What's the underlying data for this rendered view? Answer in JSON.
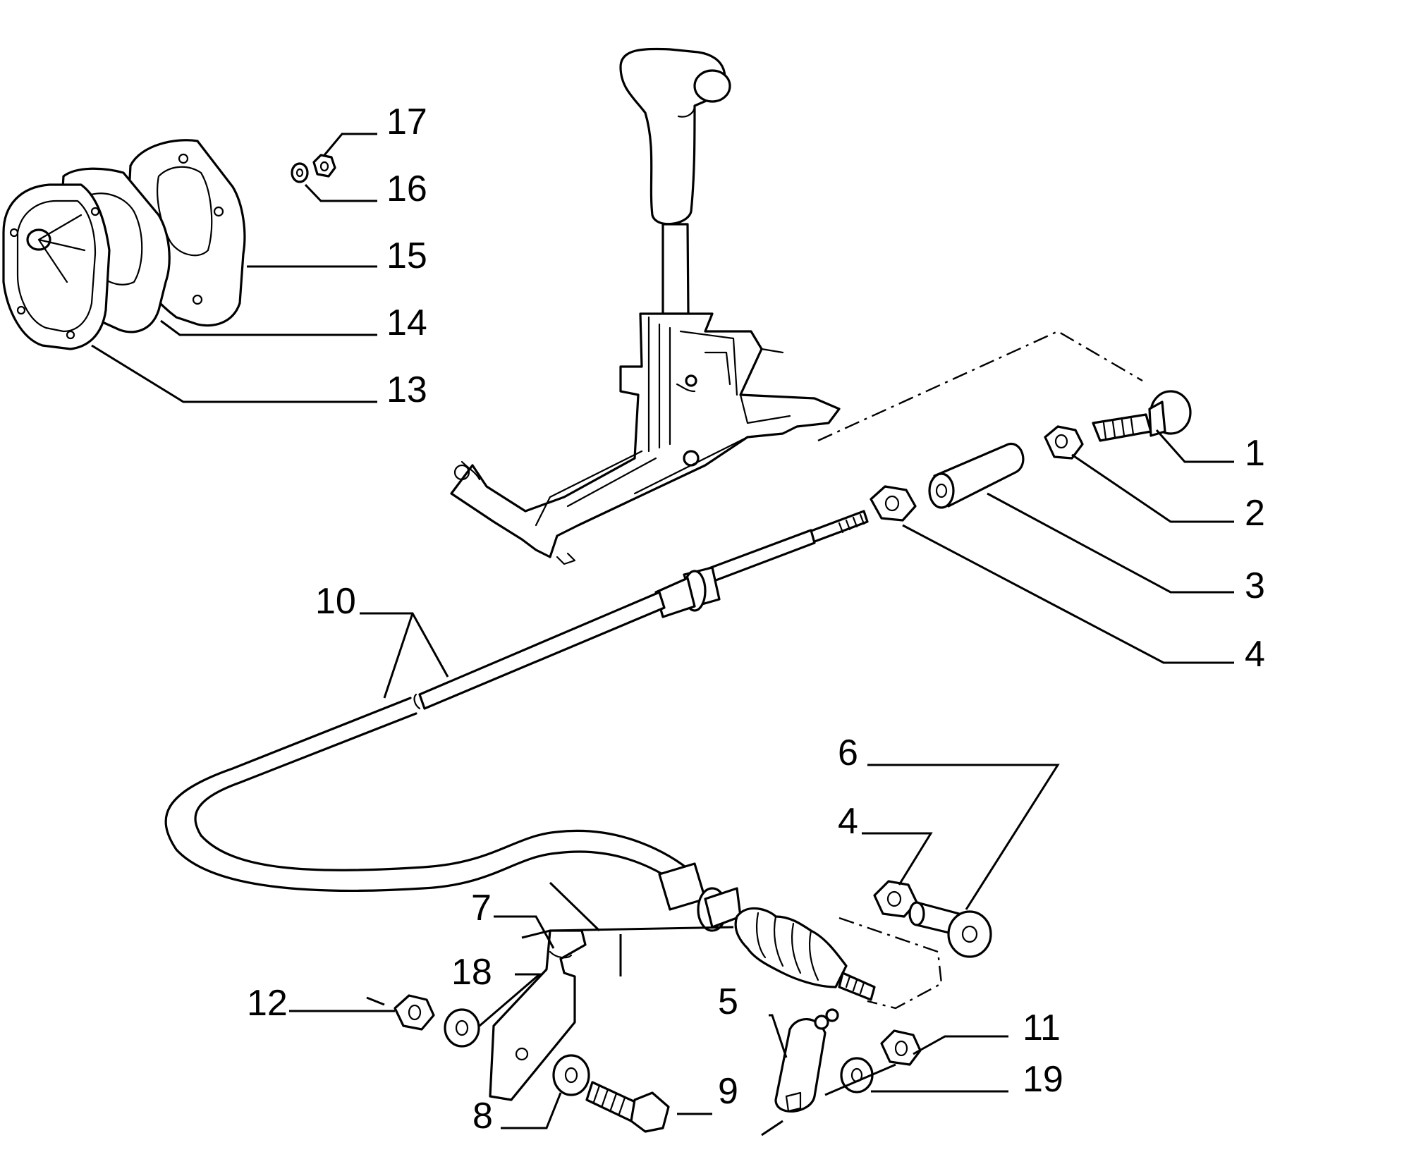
{
  "callouts": {
    "c1": "1",
    "c2": "2",
    "c3": "3",
    "c4a": "4",
    "c4b": "4",
    "c5": "5",
    "c6": "6",
    "c7": "7",
    "c8": "8",
    "c9": "9",
    "c10": "10",
    "c11": "11",
    "c12": "12",
    "c13": "13",
    "c14": "14",
    "c15": "15",
    "c16": "16",
    "c17": "17",
    "c18": "18",
    "c19": "19"
  }
}
